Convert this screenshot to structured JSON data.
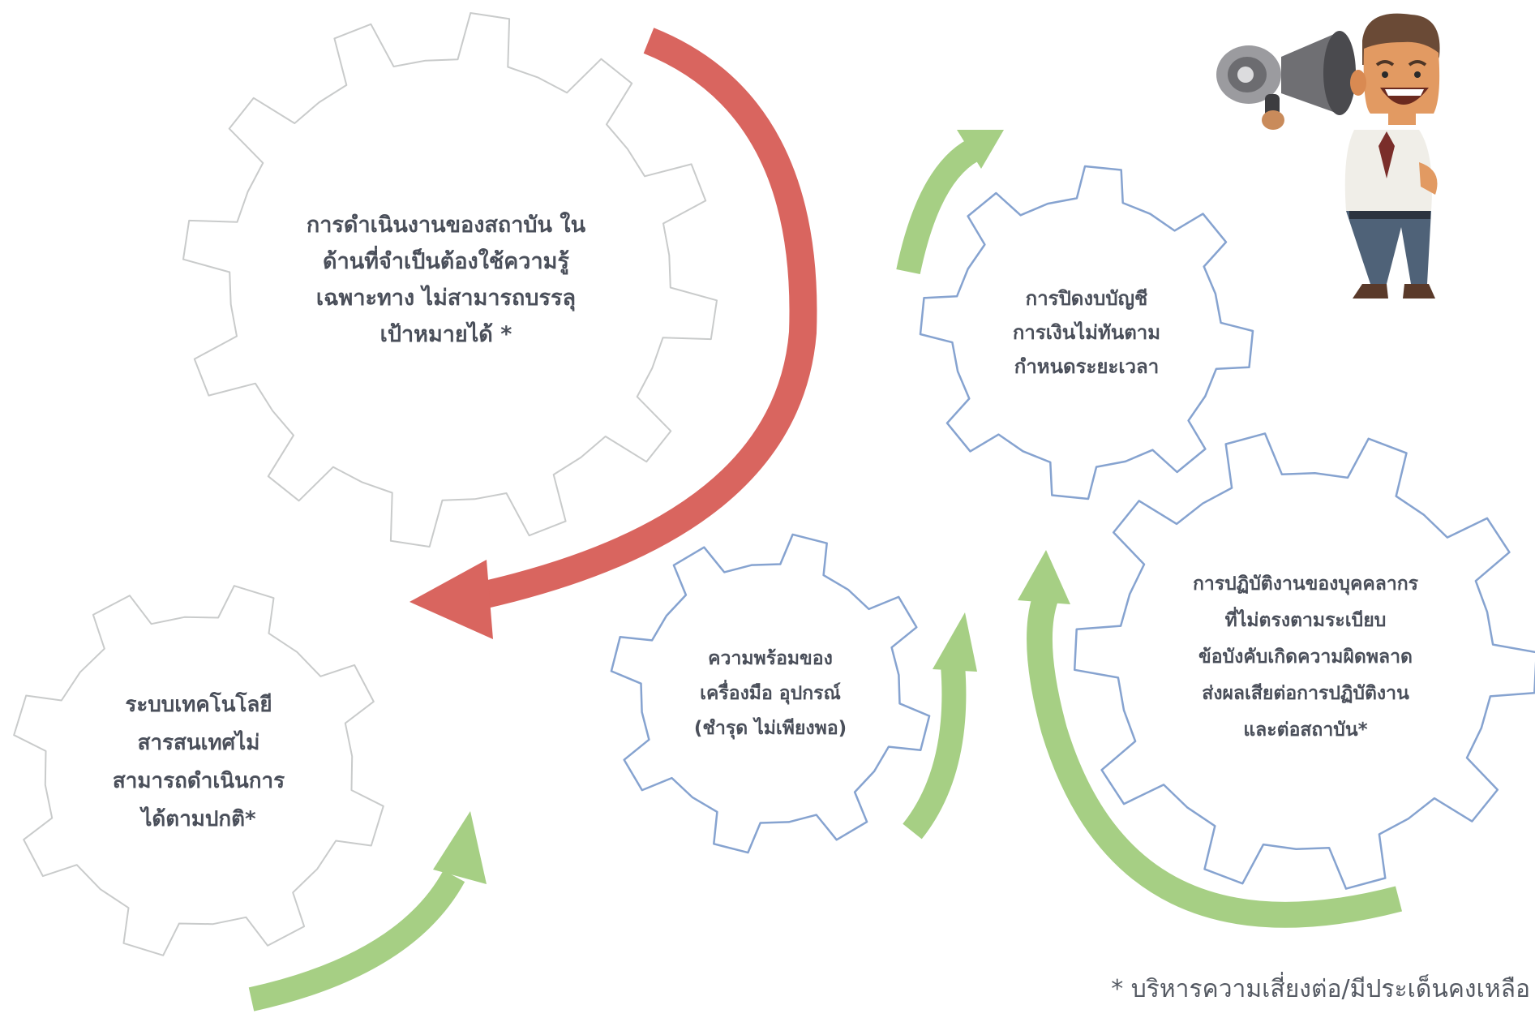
{
  "gears": [
    {
      "id": "gear-operations",
      "lines": [
        "การดำเนินงานของสถาบัน ใน",
        "ด้านที่จำเป็นต้องใช้ความรู้",
        "เฉพาะทาง  ไม่สามารถบรรลุ",
        "เป้าหมายได้ *"
      ]
    },
    {
      "id": "gear-accounting",
      "lines": [
        "การปิดงบบัญชี",
        "การเงินไม่ทันตาม",
        "กำหนดระยะเวลา"
      ]
    },
    {
      "id": "gear-technology",
      "lines": [
        "ระบบเทคโนโลยี",
        "สารสนเทศไม่",
        "สามารถดำเนินการ",
        "ได้ตามปกติ*"
      ]
    },
    {
      "id": "gear-equipment",
      "lines": [
        "ความพร้อมของ",
        "เครื่องมือ อุปกรณ์",
        "(ชำรุด ไม่เพียงพอ)"
      ]
    },
    {
      "id": "gear-personnel",
      "lines": [
        "การปฏิบัติงานของบุคคลากร",
        "ที่ไม่ตรงตามระเบียบ",
        "ข้อบังคับเกิดความผิดพลาด",
        "ส่งผลเสียต่อการปฏิบัติงาน",
        "และต่อสถาบัน*"
      ]
    }
  ],
  "footnote": "* บริหารความเสี่ยงต่อ/มีประเด็นคงเหลือ",
  "colors": {
    "gear_gray_outline": "#c9cbcb",
    "gear_blue_outline": "#86a3d0",
    "arrow_red": "#d9655f",
    "arrow_green": "#a6cf84",
    "text": "#4a4f5a"
  },
  "illustration": {
    "name": "businessman-with-megaphone-icon"
  }
}
